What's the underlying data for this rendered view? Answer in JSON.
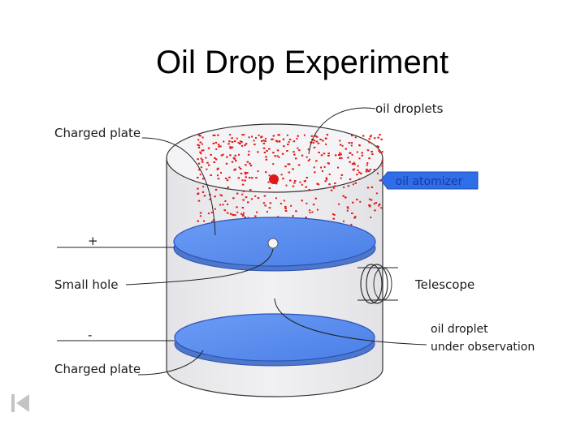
{
  "title": "Oil Drop Experiment",
  "labels": {
    "oil_droplets": "oil droplets",
    "charged_plate_top": "Charged plate",
    "oil_atomizer": "oil atomizer",
    "plus": "+",
    "small_hole": "Small hole",
    "telescope": "Telescope",
    "minus": "-",
    "droplet_obs_1": "oil droplet",
    "droplet_obs_2": "under observation",
    "charged_plate_bottom": "Charged plate"
  },
  "colors": {
    "plate": "#5b8ff0",
    "plate_edge": "#2a52b8",
    "droplet": "#e01818",
    "atomizer": "#2f6ee8",
    "cylinder": "#ededef"
  },
  "icons": {
    "nav": "first-slide-icon"
  }
}
